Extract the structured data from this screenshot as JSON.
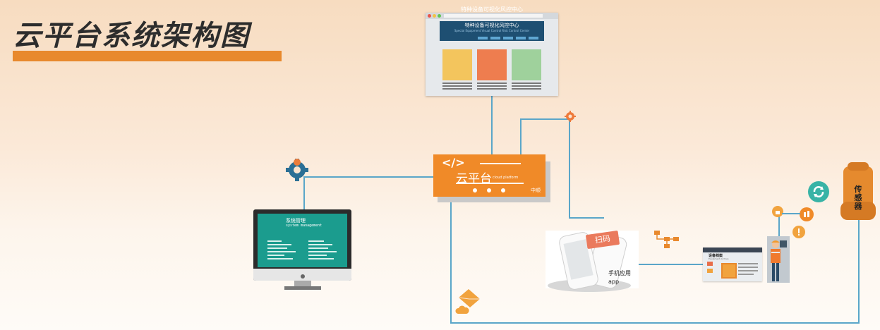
{
  "title": "云平台系统架构图",
  "browser": {
    "tab_title": "特种设备可视化风控中心",
    "header_title": "特种设备可视化风控中心",
    "header_sub": "Special Equipment Visual Control Risk Control Center"
  },
  "cloud": {
    "code_symbol": "</>",
    "title": "云平台",
    "subtitle": "cloud platform",
    "vendor": "中顺"
  },
  "monitor": {
    "title": "系统管理",
    "subtitle": "system management"
  },
  "phone": {
    "scan_label": "扫码",
    "app_label": "手机应用",
    "app_sub": "app"
  },
  "document": {
    "title": "设备档案",
    "subtitle": "Equipment Archive"
  },
  "sensor": {
    "label": "传感器"
  },
  "colors": {
    "accent_orange": "#f08a28",
    "line_blue": "#5aa6c9",
    "screen_teal": "#1b9c8e"
  }
}
